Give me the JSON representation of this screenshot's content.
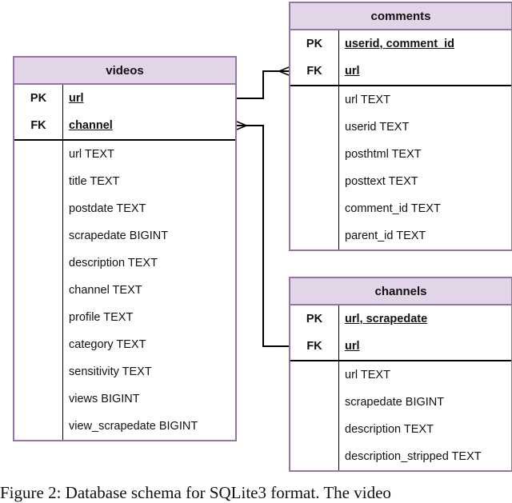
{
  "tables": {
    "videos": {
      "title": "videos",
      "keys": [
        {
          "type": "PK",
          "name": "url"
        },
        {
          "type": "FK",
          "name": "channel"
        }
      ],
      "fields": [
        "url TEXT",
        "title TEXT",
        "postdate TEXT",
        "scrapedate BIGINT",
        "description TEXT",
        "channel TEXT",
        "profile TEXT",
        "category TEXT",
        "sensitivity TEXT",
        "views BIGINT",
        "view_scrapedate BIGINT"
      ]
    },
    "comments": {
      "title": "comments",
      "keys": [
        {
          "type": "PK",
          "name": "userid, comment_id"
        },
        {
          "type": "FK",
          "name": "url"
        }
      ],
      "fields": [
        "url TEXT",
        "userid TEXT",
        "posthtml TEXT",
        "posttext TEXT",
        "comment_id TEXT",
        "parent_id TEXT"
      ]
    },
    "channels": {
      "title": "channels",
      "keys": [
        {
          "type": "PK",
          "name": "url, scrapedate"
        },
        {
          "type": "FK",
          "name": "url"
        }
      ],
      "fields": [
        "url TEXT",
        "scrapedate BIGINT",
        "description TEXT",
        "description_stripped TEXT"
      ]
    }
  },
  "caption": "Figure 2: Database schema for SQLite3 format. The video"
}
